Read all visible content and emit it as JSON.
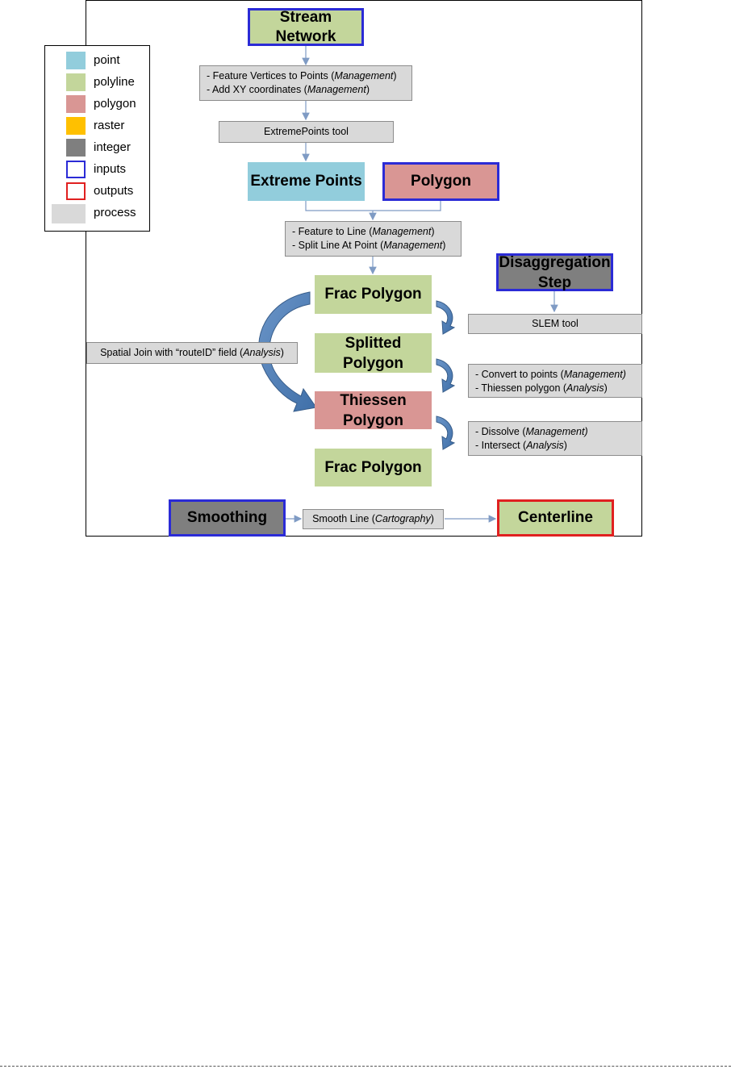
{
  "legend": {
    "items": [
      {
        "label": "point",
        "color": "#92cddc",
        "style": "fill"
      },
      {
        "label": "polyline",
        "color": "#c3d69b",
        "style": "fill"
      },
      {
        "label": "polygon",
        "color": "#d99694",
        "style": "fill"
      },
      {
        "label": "raster",
        "color": "#ffc000",
        "style": "fill"
      },
      {
        "label": "integer",
        "color": "#7f7f7f",
        "style": "fill"
      },
      {
        "label": "inputs",
        "color": "#2b2bd6",
        "style": "outline"
      },
      {
        "label": "outputs",
        "color": "#e02020",
        "style": "outline"
      },
      {
        "label": "process",
        "color": "#d9d9d9",
        "style": "fill"
      }
    ]
  },
  "nodes": {
    "stream_network": "Stream\nNetwork",
    "extreme_points": "Extreme Points",
    "polygon": "Polygon",
    "frac_polygon_1": "Frac Polygon",
    "splitted_polygon": "Splitted\nPolygon",
    "thiessen_polygon": "Thiessen\nPolygon",
    "frac_polygon_2": "Frac Polygon",
    "disaggregation_step": "Disaggregation\nStep",
    "smoothing": "Smoothing",
    "centerline": "Centerline"
  },
  "processes": {
    "feature_vertices": {
      "text": "- Feature Vertices to Points (",
      "tool": "Management",
      "end": ")"
    },
    "add_xy": {
      "text": "- Add XY coordinates (",
      "tool": "Management",
      "end": ")"
    },
    "extreme_points_tool": "ExtremePoints tool",
    "feature_to_line": {
      "text": "- Feature to Line (",
      "tool": "Management",
      "end": ")"
    },
    "split_line": {
      "text": "- Split Line At Point (",
      "tool": "Management",
      "end": ")"
    },
    "slem_tool": "SLEM tool",
    "spatial_join": {
      "text": "Spatial Join with “routeID” field (",
      "tool": "Analysis",
      "end": ")"
    },
    "convert_points": {
      "text": "- Convert to points (",
      "tool": "Management)",
      "end": ""
    },
    "thiessen": {
      "text": "- Thiessen polygon (",
      "tool": "Analysis",
      "end": ")"
    },
    "dissolve": {
      "text": "- Dissolve (",
      "tool": "Management)",
      "end": ""
    },
    "intersect": {
      "text": "- Intersect (",
      "tool": "Analysis",
      "end": ")"
    },
    "smooth_line": {
      "text": "Smooth Line (",
      "tool": "Cartography",
      "end": ")"
    }
  },
  "colors": {
    "connector": "#7f9bc4",
    "curved_arrow": "#4f7fb8",
    "curved_arrow_edge": "#385d8a"
  }
}
